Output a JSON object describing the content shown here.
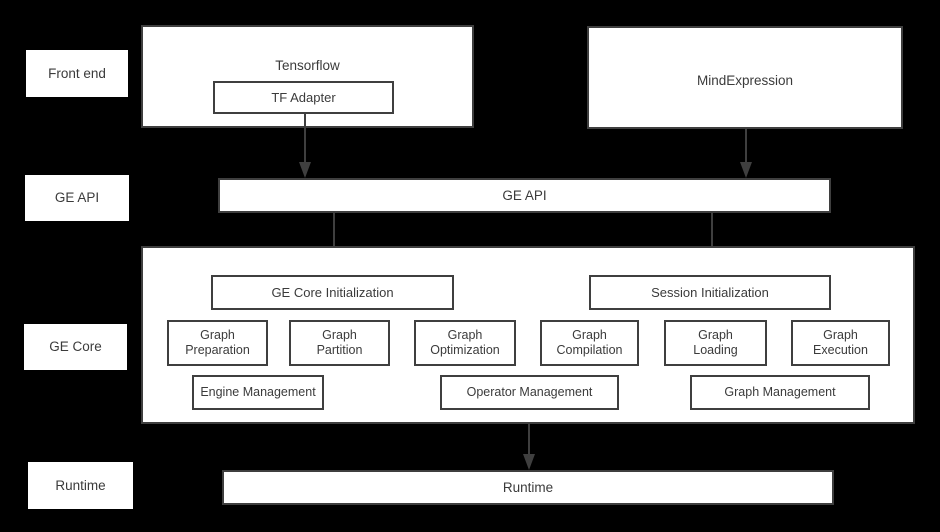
{
  "diagram": {
    "background_color": "#000000",
    "box_fill": "#ffffff",
    "stroke_color": "#3f3f3f",
    "text_color": "#3b3b3b"
  },
  "stage_labels": [
    {
      "label": "Front end"
    },
    {
      "label": "GE API"
    },
    {
      "label": "GE Core"
    },
    {
      "label": "Runtime"
    }
  ],
  "frontend": {
    "tensorflow": {
      "title": "Tensorflow",
      "child": "TF Adapter"
    },
    "mindexpression": {
      "title": "MindExpression"
    }
  },
  "ge_api": {
    "label": "GE API"
  },
  "ge_core": {
    "init_boxes": [
      {
        "label": "GE Core Initialization"
      },
      {
        "label": "Session Initialization"
      }
    ],
    "modules": [
      {
        "line1": "Graph",
        "line2": "Preparation"
      },
      {
        "line1": "Graph",
        "line2": "Partition"
      },
      {
        "line1": "Graph",
        "line2": "Optimization"
      },
      {
        "line1": "Graph",
        "line2": "Compilation"
      },
      {
        "line1": "Graph",
        "line2": "Loading"
      },
      {
        "line1": "Graph",
        "line2": "Execution"
      }
    ],
    "managers": [
      {
        "label": "Engine Management"
      },
      {
        "label": "Operator Management"
      },
      {
        "label": "Graph Management"
      }
    ]
  },
  "runtime": {
    "label": "Runtime"
  }
}
